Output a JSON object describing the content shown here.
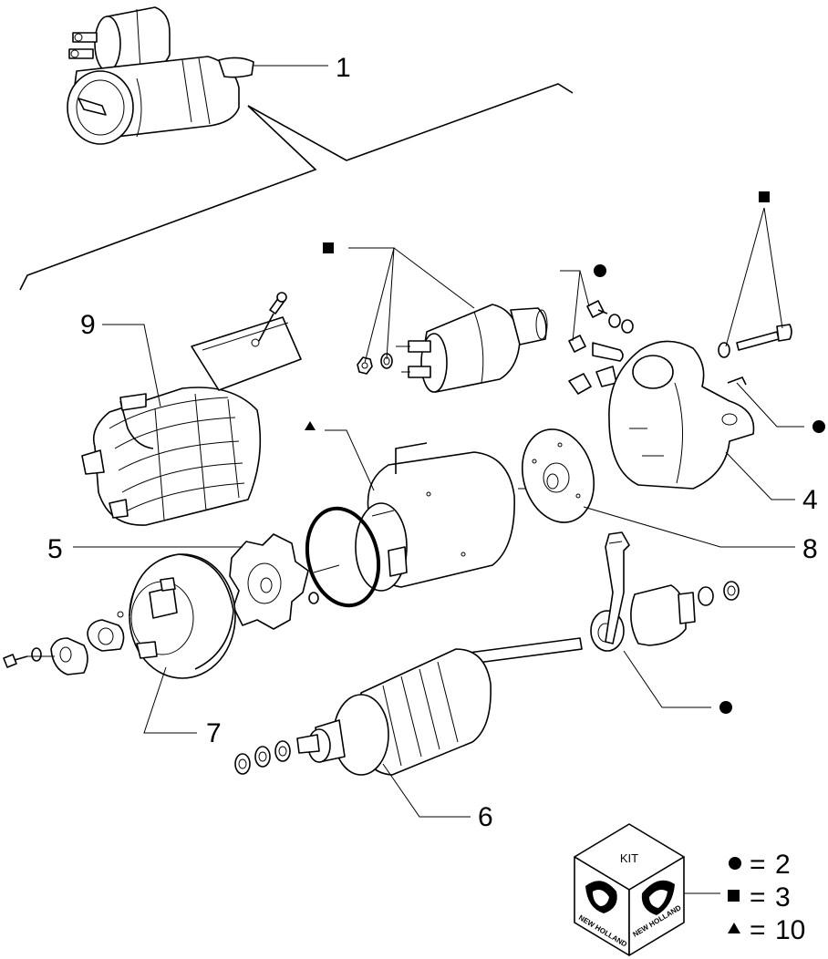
{
  "callouts": {
    "c1": "1",
    "c4": "4",
    "c5": "5",
    "c6": "6",
    "c7": "7",
    "c8": "8",
    "c9": "9"
  },
  "kit": {
    "label": "KIT",
    "brand_left": "NEW HOLLAND",
    "brand_right": "NEW HOLLAND"
  },
  "legend": [
    {
      "symbol": "circle",
      "eq": "=",
      "value": "2"
    },
    {
      "symbol": "square",
      "eq": "=",
      "value": "3"
    },
    {
      "symbol": "triangle",
      "eq": "=",
      "value": "10"
    }
  ]
}
